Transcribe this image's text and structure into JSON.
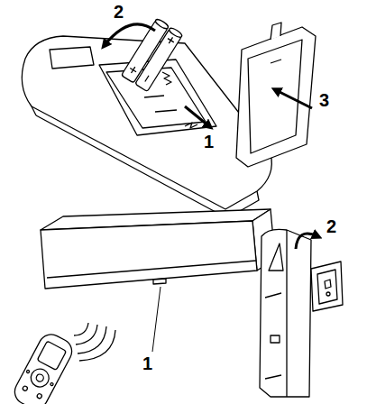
{
  "diagram": {
    "labels": [
      "2",
      "3",
      "1",
      "2",
      "1"
    ]
  }
}
